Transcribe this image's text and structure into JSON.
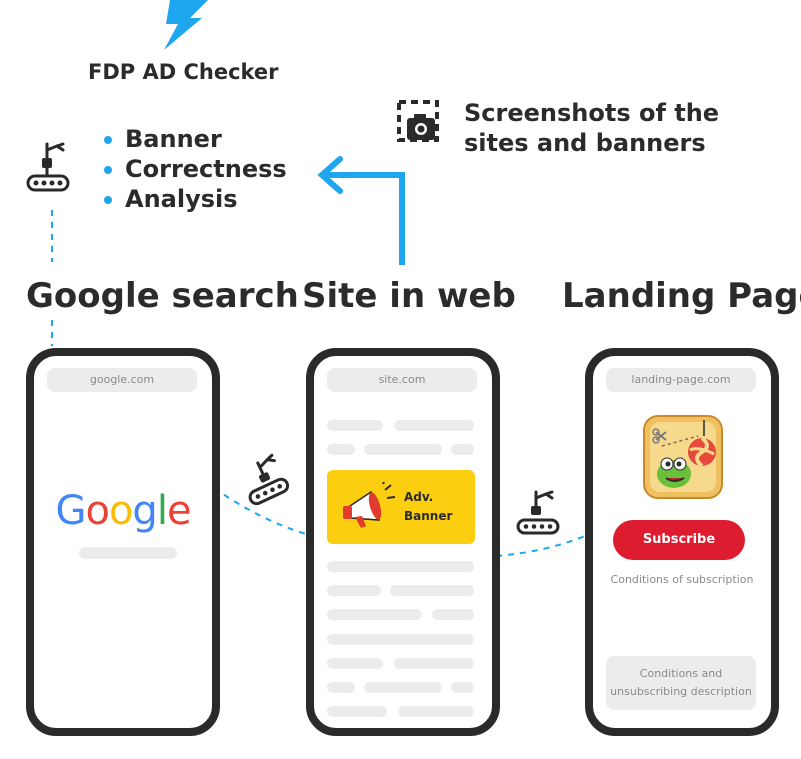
{
  "header": {
    "title": "FDP AD Checker",
    "bullets": [
      "Banner",
      "Correctness",
      "Analysis"
    ],
    "screenshots_label": "Screenshots of the sites and banners"
  },
  "sections": {
    "google": "Google search",
    "site": "Site in web",
    "landing": "Landing Page"
  },
  "phones": {
    "google": {
      "url": "google.com",
      "logo": "Google"
    },
    "site": {
      "url": "site.com",
      "banner_line1": "Adv.",
      "banner_line2": "Banner"
    },
    "landing": {
      "url": "landing-page.com",
      "subscribe_label": "Subscribe",
      "conditions_link": "Conditions of subscription",
      "conditions_box_line1": "Conditions and",
      "conditions_box_line2": "unsubscribing  description"
    }
  },
  "icons": [
    "lightning-icon",
    "robot-arm-icon",
    "camera-screenshot-icon",
    "megaphone-icon",
    "game-icon",
    "arrow-icon"
  ],
  "colors": {
    "accent_blue": "#1ea6ee",
    "banner_yellow": "#fcce10",
    "subscribe_red": "#dd1c30",
    "phone_frame": "#2a2a2a",
    "placeholder_gray": "#ececec"
  }
}
